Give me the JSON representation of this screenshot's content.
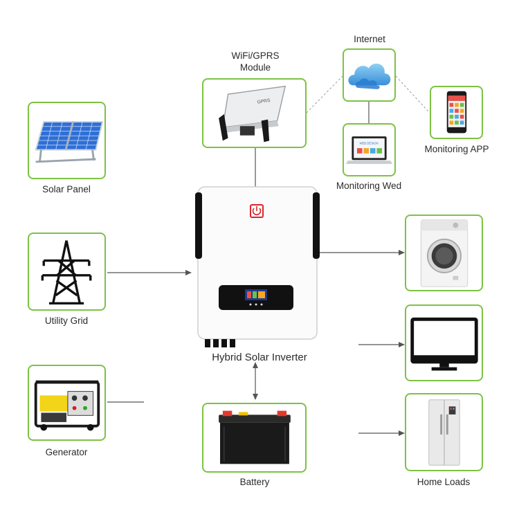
{
  "labels": {
    "solar_panel": "Solar Panel",
    "utility_grid": "Utility Grid",
    "generator": "Generator",
    "wifi_module": "WiFi/GPRS\nModule",
    "internet": "Internet",
    "monitoring_web": "Monitoring Wed",
    "monitoring_app": "Monitoring APP",
    "inverter": "Hybrid Solar Inverter",
    "battery": "Battery",
    "home_loads": "Home Loads"
  },
  "device_text": {
    "wifi_module_print": "GPRS",
    "laptop_screen_print": "WEB DESIGN"
  },
  "colors": {
    "box_border": "#7cc243",
    "connector_line": "#555555",
    "dashed_line": "#9a9a9a",
    "inverter_power_icon": "#d9262b",
    "battery_terminal_red": "#e23a2e",
    "generator_yellow": "#f2d418"
  }
}
